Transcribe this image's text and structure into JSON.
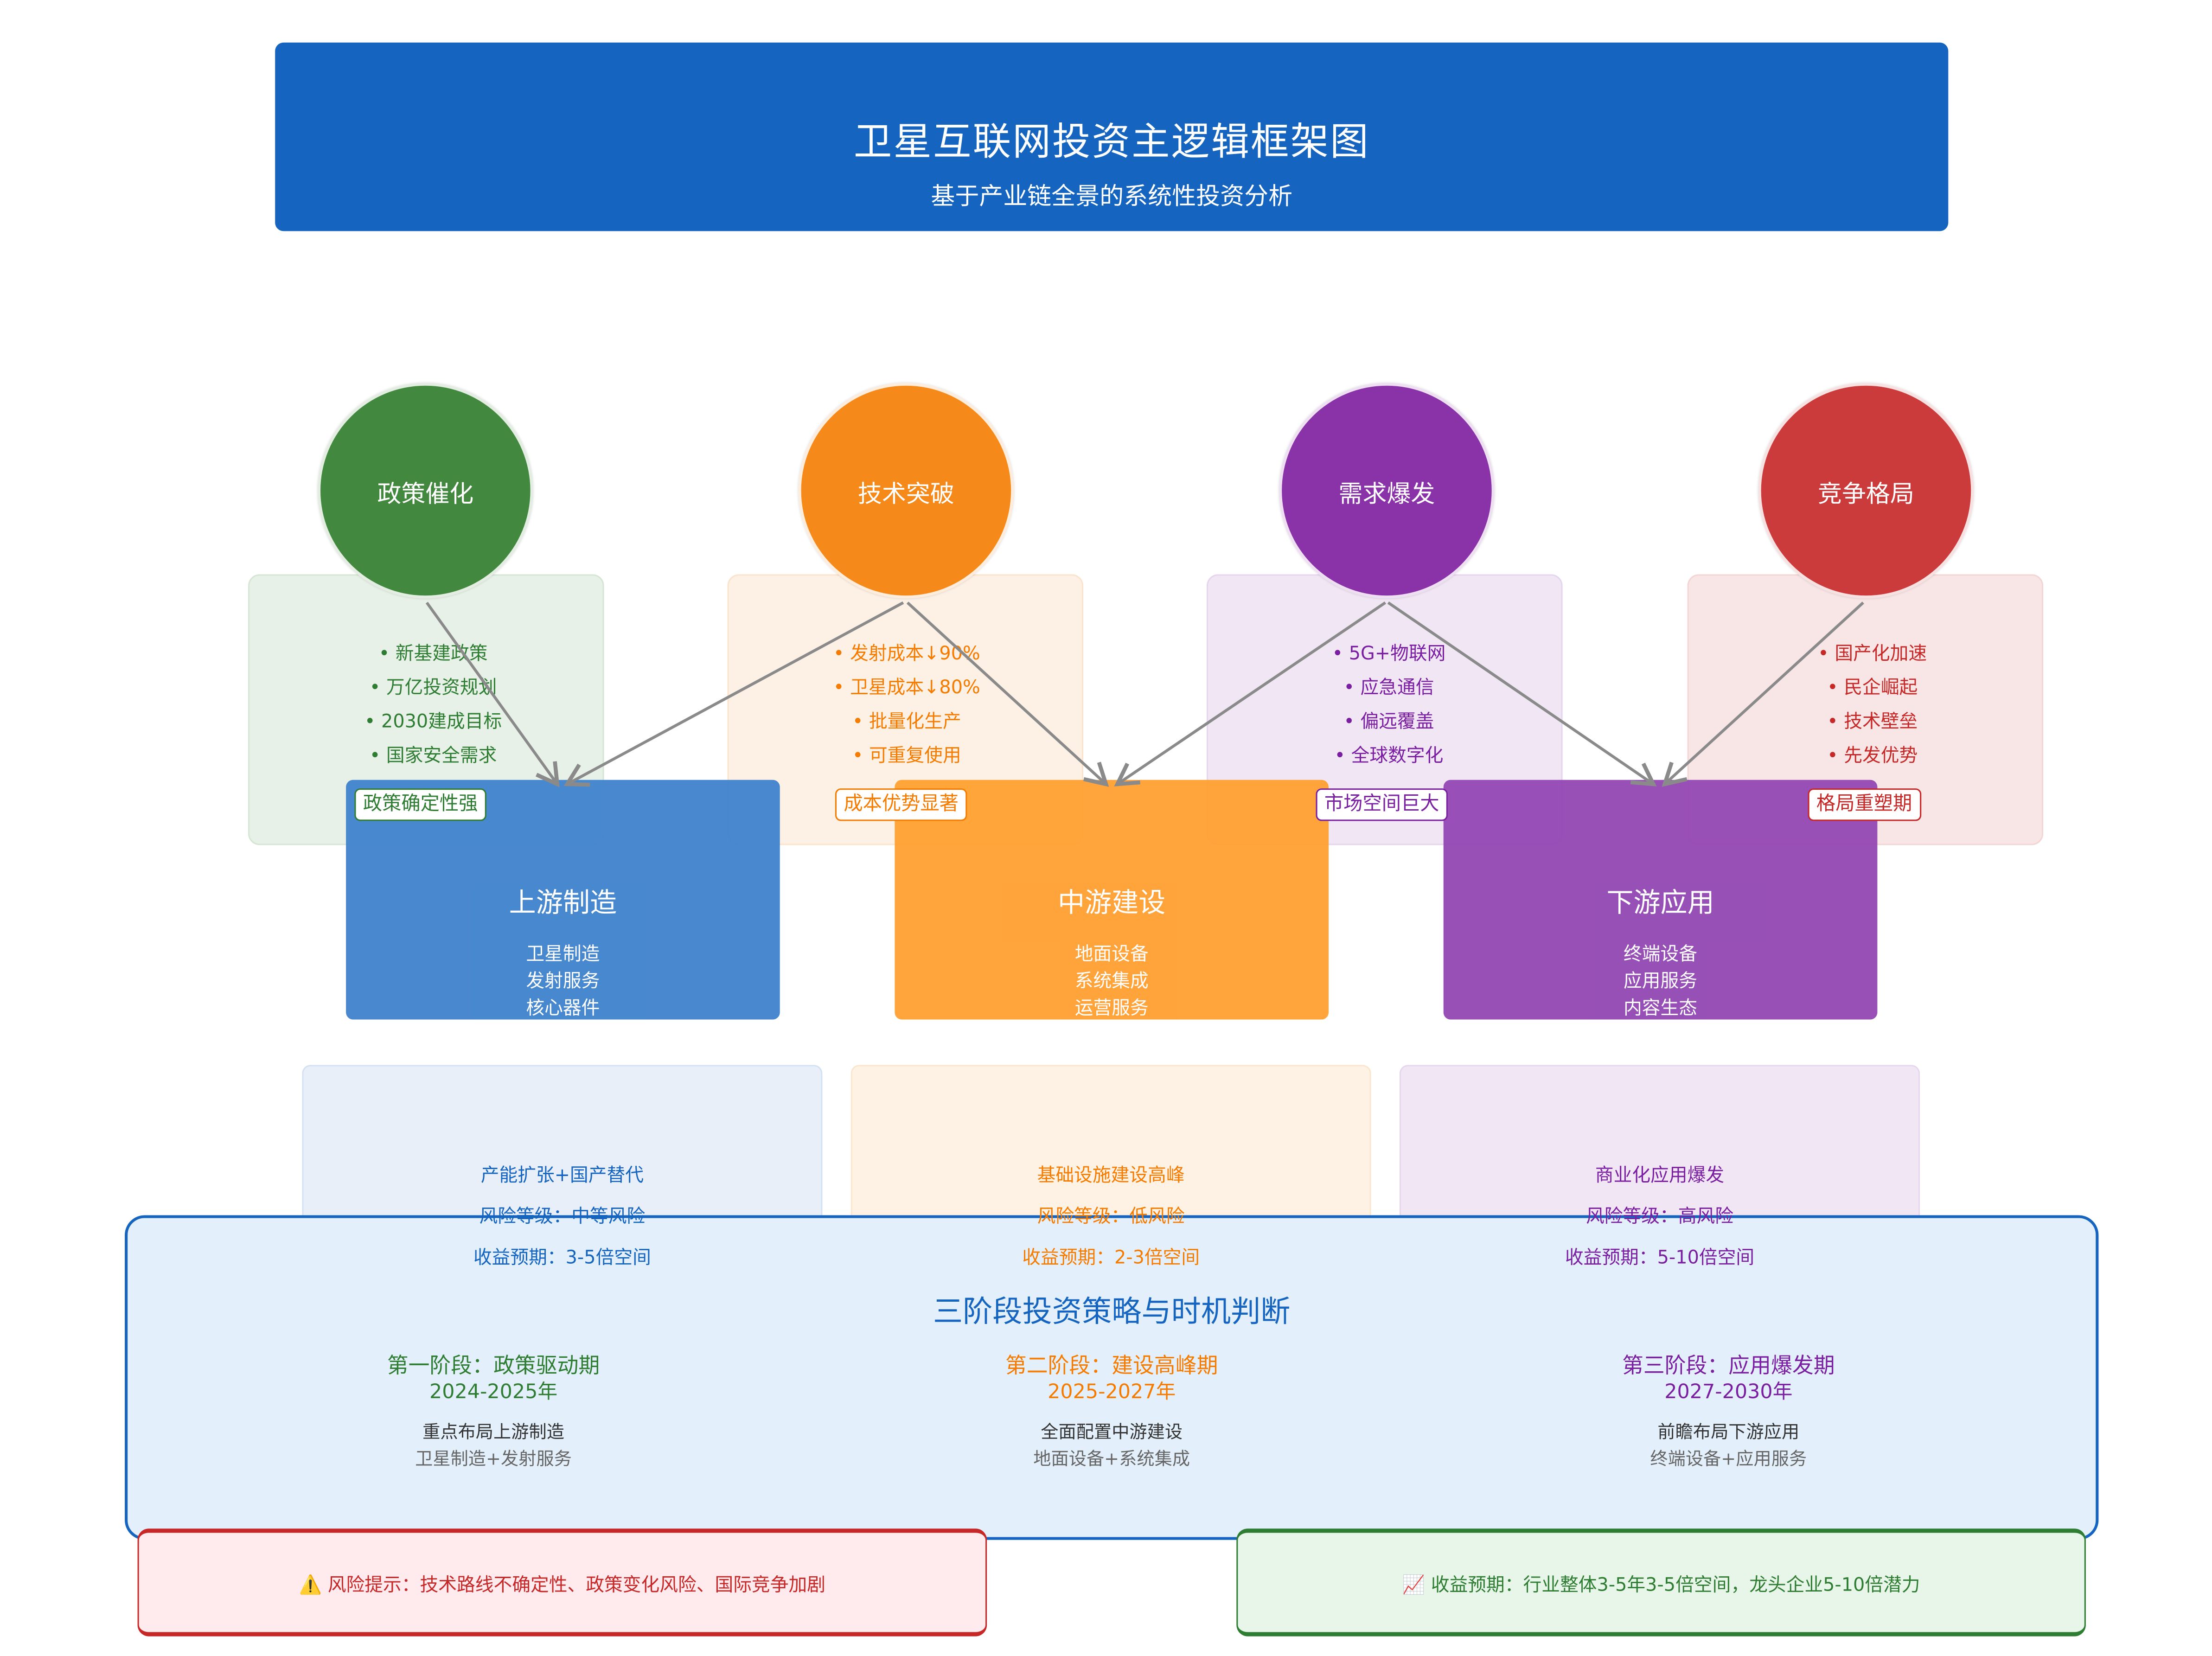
{
  "header": {
    "title": "卫星互联网投资主逻辑框架图",
    "subtitle": "基于产业链全景的系统性投资分析"
  },
  "drivers": [
    {
      "label": "政策催化",
      "color": "#43883F",
      "bullets": [
        "• 新基建政策",
        "• 万亿投资规划",
        "• 2030建成目标",
        "• 国家安全需求"
      ]
    },
    {
      "label": "技术突破",
      "color": "#F5891A",
      "bullets": [
        "• 发射成本↓90%",
        "• 卫星成本↓80%",
        "• 批量化生产",
        "• 可重复使用"
      ]
    },
    {
      "label": "需求爆发",
      "color": "#8A33A8",
      "bullets": [
        "• 5G+物联网",
        "• 应急通信",
        "• 偏远覆盖",
        "• 全球数字化"
      ]
    },
    {
      "label": "竞争格局",
      "color": "#CC3B3B",
      "bullets": [
        "• 国产化加速",
        "• 民企崛起",
        "• 技术壁垒",
        "• 先发优势"
      ]
    }
  ],
  "tags": [
    "政策确定性强",
    "成本优势显著",
    "市场空间巨大",
    "格局重塑期"
  ],
  "segments": [
    {
      "title": "上游制造",
      "items": [
        "卫星制造",
        "发射服务",
        "核心器件"
      ],
      "color": "#3F82CC",
      "theme": "产能扩张+国产替代",
      "risk": "风险等级：中等风险",
      "return": "收益预期：3-5倍空间"
    },
    {
      "title": "中游建设",
      "items": [
        "地面设备",
        "系统集成",
        "运营服务"
      ],
      "color": "#FFA030",
      "theme": "基础设施建设高峰",
      "risk": "风险等级：低风险",
      "return": "收益预期：2-3倍空间"
    },
    {
      "title": "下游应用",
      "items": [
        "终端设备",
        "应用服务",
        "内容生态"
      ],
      "color": "#9247B3",
      "theme": "商业化应用爆发",
      "risk": "风险等级：高风险",
      "return": "收益预期：5-10倍空间"
    }
  ],
  "strategy": {
    "title": "三阶段投资策略与时机判断",
    "stages": [
      {
        "name": "第一阶段：政策驱动期",
        "years": "2024-2025年",
        "focus": "重点布局上游制造",
        "detail": "卫星制造+发射服务",
        "color": "#2E7D32"
      },
      {
        "name": "第二阶段：建设高峰期",
        "years": "2025-2027年",
        "focus": "全面配置中游建设",
        "detail": "地面设备+系统集成",
        "color": "#F57C00"
      },
      {
        "name": "第三阶段：应用爆发期",
        "years": "2027-2030年",
        "focus": "前瞻布局下游应用",
        "detail": "终端设备+应用服务",
        "color": "#7B1FA2"
      }
    ]
  },
  "notes": {
    "risk": "⚠️ 风险提示：技术路线不确定性、政策变化风险、国际竞争加剧",
    "return": "📈 收益预期：行业整体3-5年3-5倍空间，龙头企业5-10倍潜力"
  }
}
